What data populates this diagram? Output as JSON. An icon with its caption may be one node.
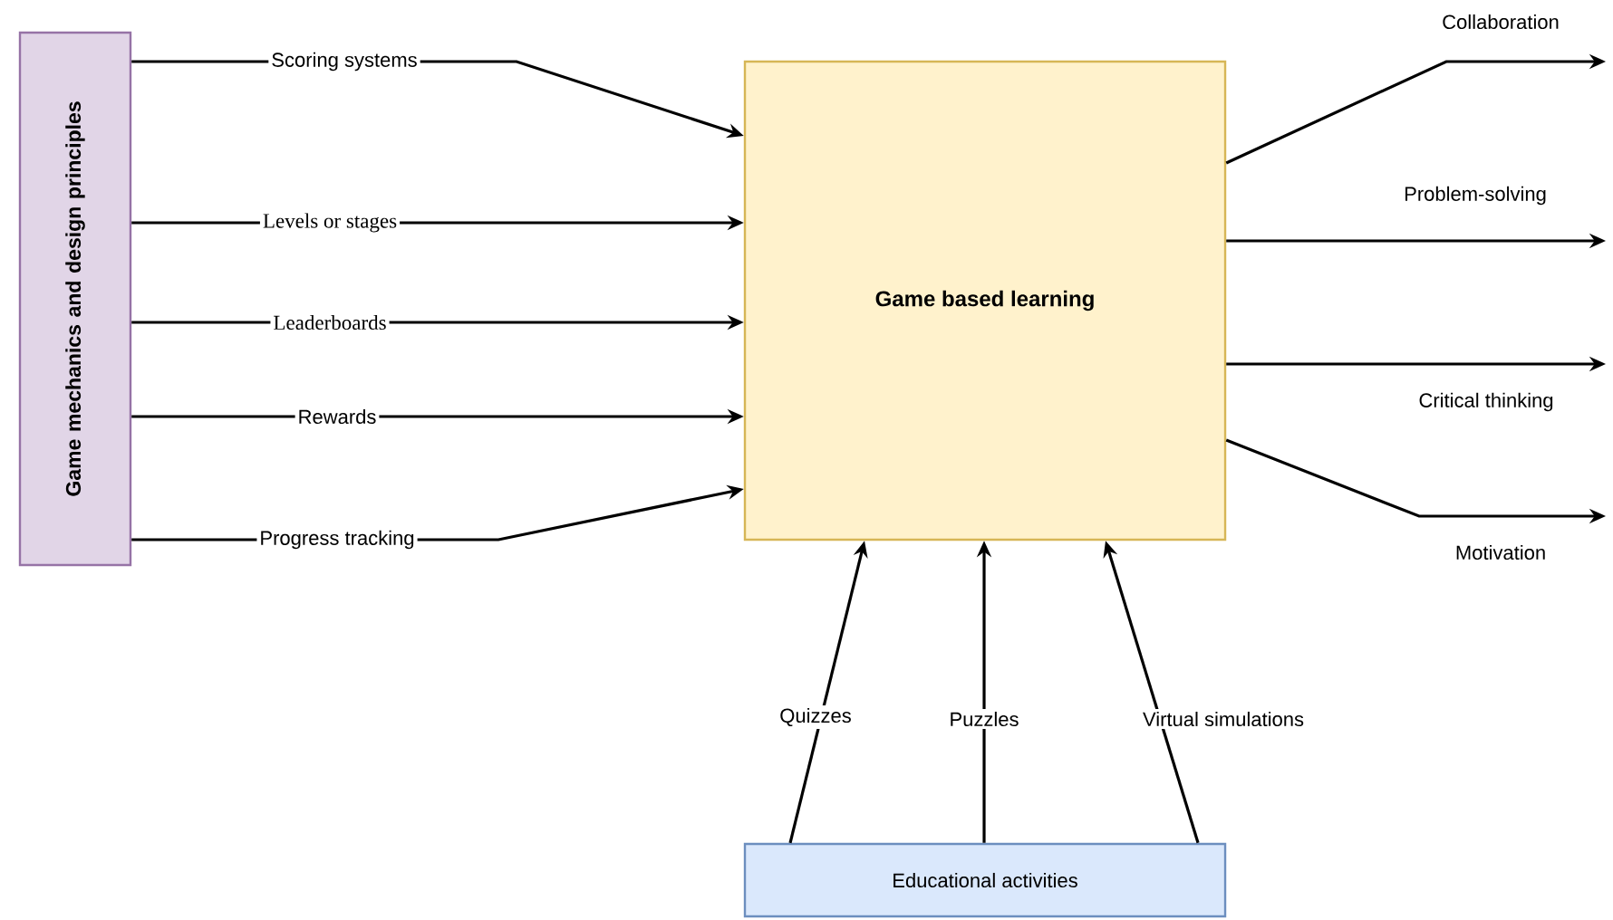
{
  "diagram": {
    "nodes": [
      {
        "text": [
          "Game mechanics and design principles"
        ]
      },
      {
        "text": [
          "Game based learning"
        ]
      },
      {
        "text": [
          "Educational activities"
        ]
      }
    ],
    "edges": [
      {
        "from": 0,
        "to": 1,
        "arrow": "to",
        "label": "Scoring systems"
      },
      {
        "from": 0,
        "to": 1,
        "arrow": "to",
        "label": "Levels or stages"
      },
      {
        "from": 0,
        "to": 1,
        "arrow": "to",
        "label": "Leaderboards"
      },
      {
        "from": 0,
        "to": 1,
        "arrow": "to",
        "label": "Rewards"
      },
      {
        "from": 0,
        "to": 1,
        "arrow": "to",
        "label": "Progress tracking"
      },
      {
        "from": 1,
        "to": null,
        "arrow": "to",
        "label": "Collaboration"
      },
      {
        "from": 1,
        "to": null,
        "arrow": "to",
        "label": "Problem-solving"
      },
      {
        "from": 1,
        "to": null,
        "arrow": "to",
        "label": "Critical thinking"
      },
      {
        "from": 1,
        "to": null,
        "arrow": "to",
        "label": "Motivation"
      },
      {
        "from": 2,
        "to": 1,
        "arrow": "to",
        "label": "Quizzes"
      },
      {
        "from": 2,
        "to": 1,
        "arrow": "to",
        "label": "Puzzles"
      },
      {
        "from": 2,
        "to": 1,
        "arrow": "to",
        "label": "Virtual simulations"
      }
    ]
  }
}
